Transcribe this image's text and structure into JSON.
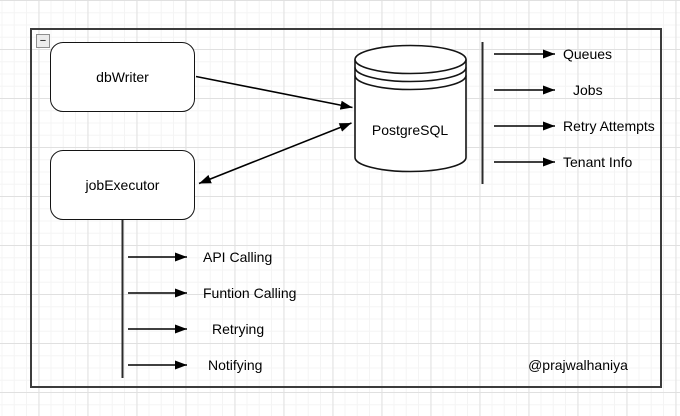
{
  "canvas": {
    "credit": "@prajwalhaniya"
  },
  "icons": {
    "collapse_toggle_glyph": "−"
  },
  "nodes": {
    "db_writer": {
      "label": "dbWriter"
    },
    "job_executor": {
      "label": "jobExecutor"
    },
    "postgresql": {
      "label": "PostgreSQL"
    }
  },
  "db_outputs": {
    "items": [
      {
        "label": "Queues"
      },
      {
        "label": "Jobs"
      },
      {
        "label": "Retry Attempts"
      },
      {
        "label": "Tenant Info"
      }
    ]
  },
  "executor_tasks": {
    "items": [
      {
        "label": "API Calling"
      },
      {
        "label": "Funtion Calling"
      },
      {
        "label": "Retrying"
      },
      {
        "label": "Notifying"
      }
    ]
  },
  "colors": {
    "background": "#ffffff",
    "shape_stroke": "#000000",
    "outer_border": "#3c3c3c",
    "grid_minor": "#f4f4f4",
    "grid_major": "#e0e0e0"
  }
}
